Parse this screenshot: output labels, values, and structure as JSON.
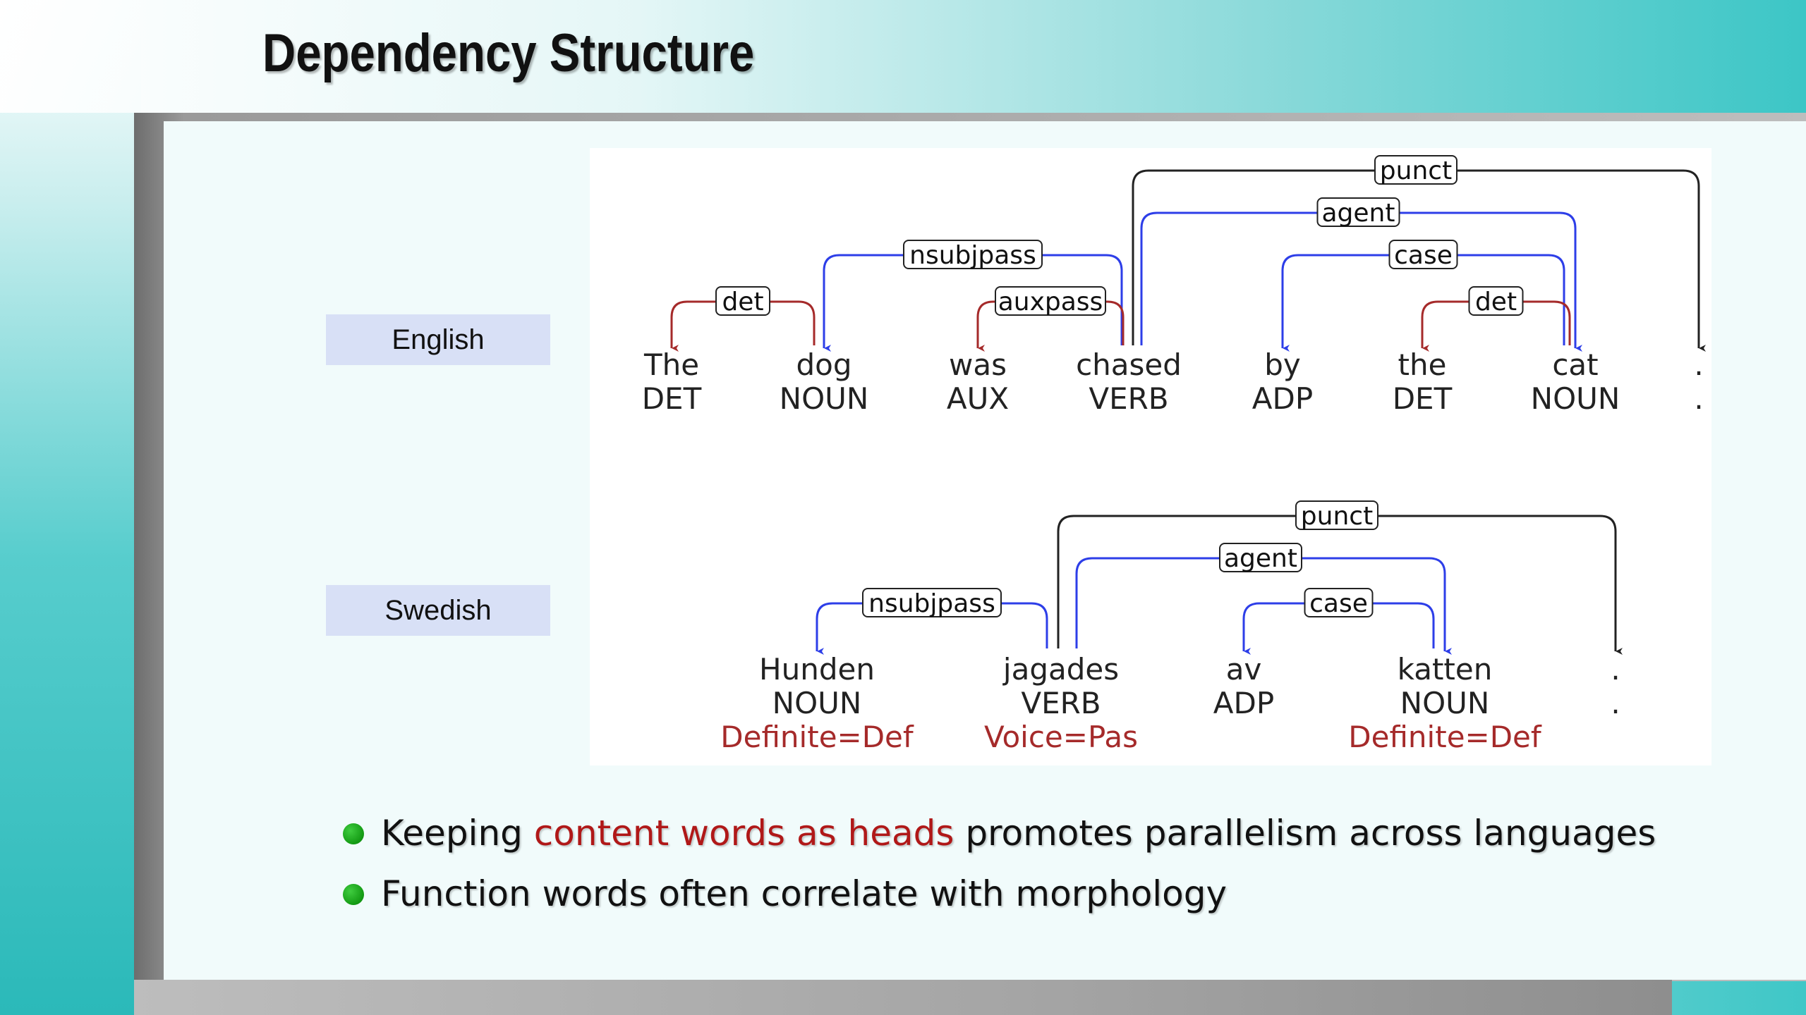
{
  "slide": {
    "title": "Dependency Structure"
  },
  "languages": {
    "english_label": "English",
    "swedish_label": "Swedish"
  },
  "colors": {
    "function_word_arc": "#a52a2a",
    "content_head_arc": "#2d3ee8",
    "punct_arc": "#222222",
    "morphology_text": "#a52a2a",
    "highlight_text": "#b01818",
    "bullet_dot": "#139a13"
  },
  "english": {
    "tokens": [
      {
        "word": "The",
        "pos": "DET"
      },
      {
        "word": "dog",
        "pos": "NOUN"
      },
      {
        "word": "was",
        "pos": "AUX"
      },
      {
        "word": "chased",
        "pos": "VERB"
      },
      {
        "word": "by",
        "pos": "ADP"
      },
      {
        "word": "the",
        "pos": "DET"
      },
      {
        "word": "cat",
        "pos": "NOUN"
      },
      {
        "word": ".",
        "pos": "."
      }
    ],
    "arcs": [
      {
        "label": "det",
        "head": 1,
        "dep": 0,
        "kind": "function"
      },
      {
        "label": "nsubjpass",
        "head": 3,
        "dep": 1,
        "kind": "content"
      },
      {
        "label": "auxpass",
        "head": 3,
        "dep": 2,
        "kind": "function"
      },
      {
        "label": "punct",
        "head": 3,
        "dep": 7,
        "kind": "punct"
      },
      {
        "label": "agent",
        "head": 3,
        "dep": 6,
        "kind": "content"
      },
      {
        "label": "case",
        "head": 6,
        "dep": 4,
        "kind": "content"
      },
      {
        "label": "det",
        "head": 6,
        "dep": 5,
        "kind": "function"
      }
    ]
  },
  "swedish": {
    "tokens": [
      {
        "word": "Hunden",
        "pos": "NOUN",
        "feat": "Definite=Def"
      },
      {
        "word": "jagades",
        "pos": "VERB",
        "feat": "Voice=Pas"
      },
      {
        "word": "av",
        "pos": "ADP",
        "feat": ""
      },
      {
        "word": "katten",
        "pos": "NOUN",
        "feat": "Definite=Def"
      },
      {
        "word": ".",
        "pos": ".",
        "feat": ""
      }
    ],
    "arcs": [
      {
        "label": "nsubjpass",
        "head": 1,
        "dep": 0,
        "kind": "content"
      },
      {
        "label": "punct",
        "head": 1,
        "dep": 4,
        "kind": "punct"
      },
      {
        "label": "agent",
        "head": 1,
        "dep": 3,
        "kind": "content"
      },
      {
        "label": "case",
        "head": 3,
        "dep": 2,
        "kind": "content"
      }
    ]
  },
  "bullets": [
    {
      "before": "Keeping ",
      "highlight": "content words as heads",
      "after": " promotes parallelism across languages"
    },
    {
      "before": "Function words often correlate with morphology",
      "highlight": "",
      "after": ""
    }
  ]
}
